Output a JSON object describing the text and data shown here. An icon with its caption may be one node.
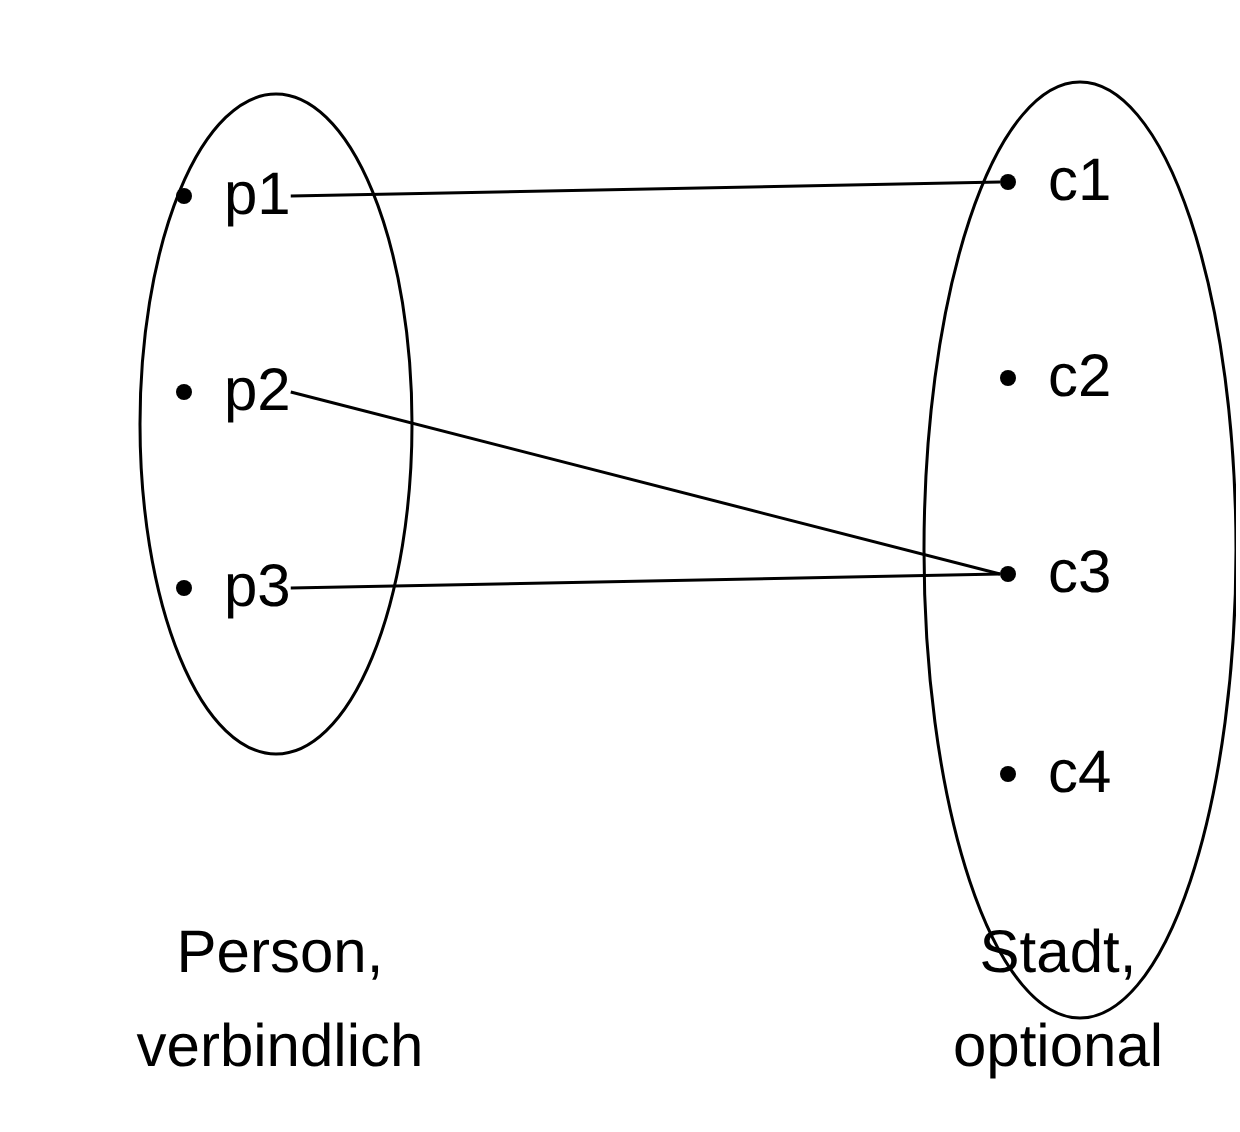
{
  "diagram": {
    "nodes": [
      {
        "text": [
          "Person, verbindlich"
        ]
      },
      {
        "text": [
          "p1"
        ],
        "in": 0
      },
      {
        "text": [
          "p2"
        ],
        "in": 0
      },
      {
        "text": [
          "p3"
        ],
        "in": 0
      },
      {
        "text": [
          "Stadt, optional"
        ]
      },
      {
        "text": [
          "c1"
        ],
        "in": 4
      },
      {
        "text": [
          "c2"
        ],
        "in": 4
      },
      {
        "text": [
          "c3"
        ],
        "in": 4
      },
      {
        "text": [
          "c4"
        ],
        "in": 4
      }
    ],
    "edges": [
      {
        "from": 1,
        "to": 5,
        "arrow": "none"
      },
      {
        "from": 2,
        "to": 7,
        "arrow": "none"
      },
      {
        "from": 3,
        "to": 7,
        "arrow": "none"
      }
    ]
  }
}
